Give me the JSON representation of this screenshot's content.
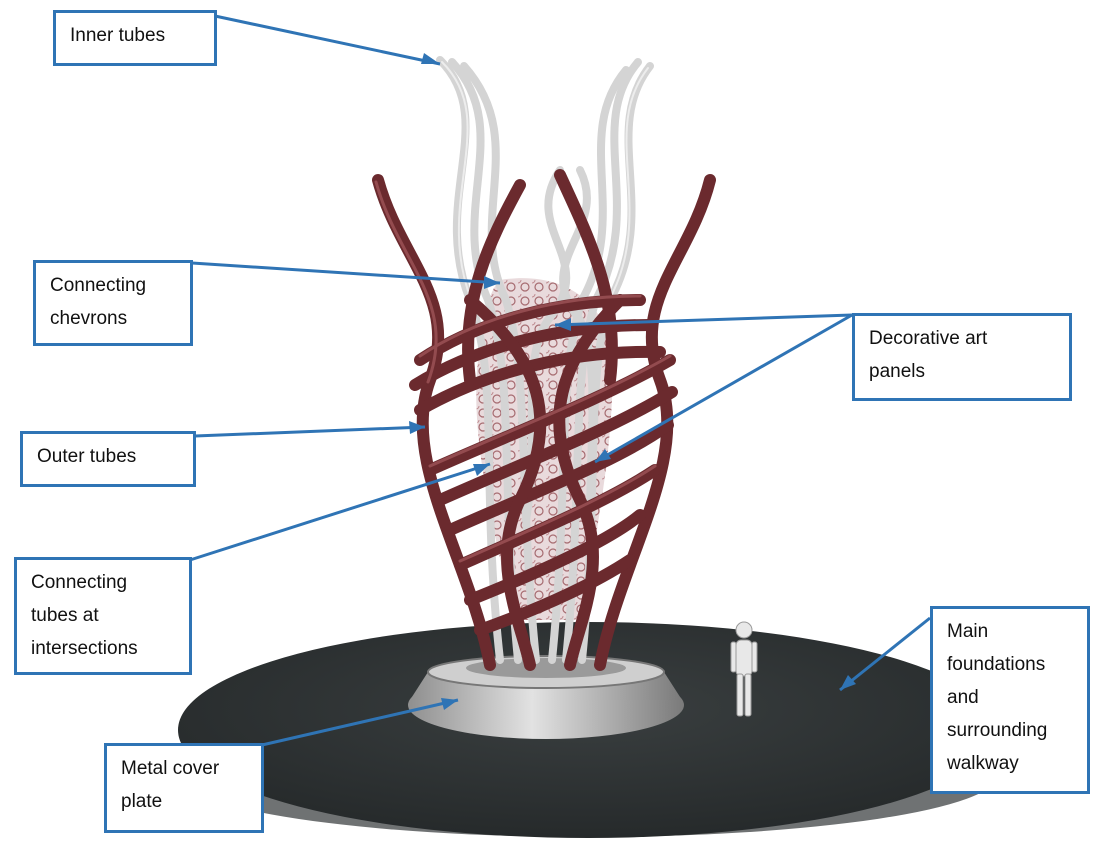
{
  "labels": {
    "inner_tubes": [
      "Inner tubes"
    ],
    "connecting_chevrons": [
      "Connecting",
      "chevrons"
    ],
    "decorative_art_panels": [
      "Decorative art",
      "panels"
    ],
    "outer_tubes": [
      "Outer tubes"
    ],
    "connecting_tubes": [
      "Connecting",
      "tubes at",
      "intersections"
    ],
    "main_foundations": [
      "Main",
      "foundations",
      "and",
      "surrounding",
      "walkway"
    ],
    "metal_cover_plate": [
      "Metal cover",
      "plate"
    ]
  },
  "colors": {
    "callout": "#2f74b5",
    "outer_tubes": "#6b2a2e",
    "inner_tubes": "#d9d9d9",
    "base": "#2f3333",
    "cover_plate": "#b5b5b5"
  }
}
